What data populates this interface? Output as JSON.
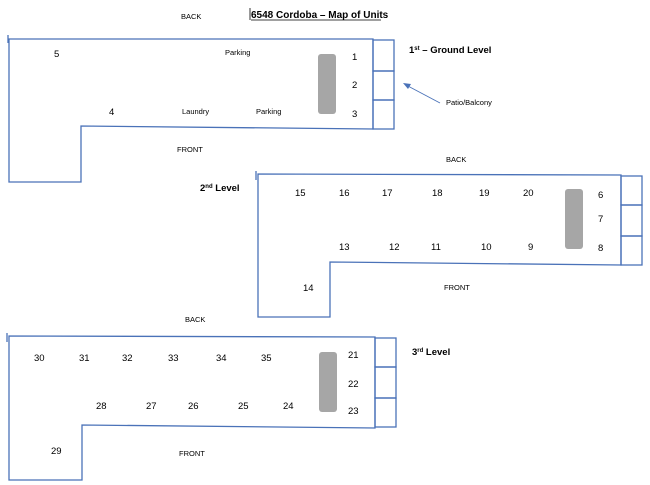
{
  "title": "6548 Cordoba – Map of Units",
  "labels": {
    "back": "BACK",
    "front": "FRONT",
    "parking": "Parking",
    "laundry": "Laundry",
    "patio": "Patio/Balcony"
  },
  "levels": {
    "first": {
      "ordinal": "1",
      "suffix": "st",
      "rest": " – Ground Level"
    },
    "second": {
      "ordinal": "2",
      "suffix": "nd",
      "rest": " Level"
    },
    "third": {
      "ordinal": "3",
      "suffix": "rd",
      "rest": " Level"
    }
  },
  "units": [
    "1",
    "2",
    "3",
    "4",
    "5",
    "6",
    "7",
    "8",
    "9",
    "10",
    "11",
    "12",
    "13",
    "14",
    "15",
    "16",
    "17",
    "18",
    "19",
    "20",
    "21",
    "22",
    "23",
    "24",
    "25",
    "26",
    "27",
    "28",
    "29",
    "30",
    "31",
    "32",
    "33",
    "34",
    "35"
  ],
  "colors": {
    "outline": "#4a72b8",
    "stairs": "#a6a6a6"
  }
}
